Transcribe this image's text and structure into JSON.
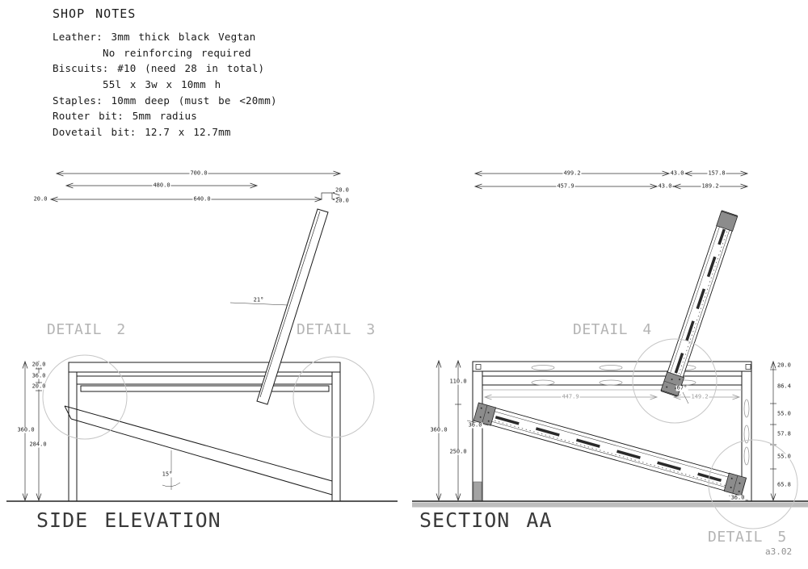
{
  "sheet": {
    "number": "a3.02"
  },
  "shop_notes": {
    "title": "SHOP NOTES",
    "lines": [
      "Leather: 3mm thick black Vegtan",
      "No reinforcing required",
      "Biscuits: #10 (need 28 in total)",
      "55l x 3w x 10mm h",
      "Staples: 10mm deep (must be <20mm)",
      "Router bit: 5mm radius",
      "Dovetail bit: 12.7 x 12.7mm"
    ]
  },
  "side_elevation": {
    "title": "SIDE ELEVATION",
    "detail_labels": {
      "d2": "DETAIL 2",
      "d3": "DETAIL 3"
    },
    "dims": {
      "overall_width": "700.0",
      "seat_width": "480.0",
      "left_offset": "20.0",
      "inner_width": "640.0",
      "step_top": "20.0",
      "step_side": "20.0",
      "top_thickness": "20.0",
      "rail_height": "36.0",
      "sub_rail": "20.0",
      "under_clearance": "284.0",
      "overall_height": "360.0",
      "back_angle": "21°",
      "brace_angle": "15°"
    }
  },
  "section_aa": {
    "title": "SECTION AA",
    "detail_labels": {
      "d4": "DETAIL 4",
      "d5": "DETAIL 5"
    },
    "dims": {
      "top_row": [
        "499.2",
        "43.0",
        "157.8"
      ],
      "second_row": [
        "457.9",
        "43.0",
        "189.2"
      ],
      "inner_left": "447.9",
      "inner_right": "149.2",
      "left_upper": "110.0",
      "left_overall": "360.0",
      "left_lower": "250.0",
      "right_chain": [
        "20.0",
        "86.4",
        "55.0",
        "57.8",
        "55.0",
        "65.8"
      ],
      "strut_left_width": "36.0",
      "strut_right_width": "36.0",
      "back_angle": "67°"
    }
  }
}
